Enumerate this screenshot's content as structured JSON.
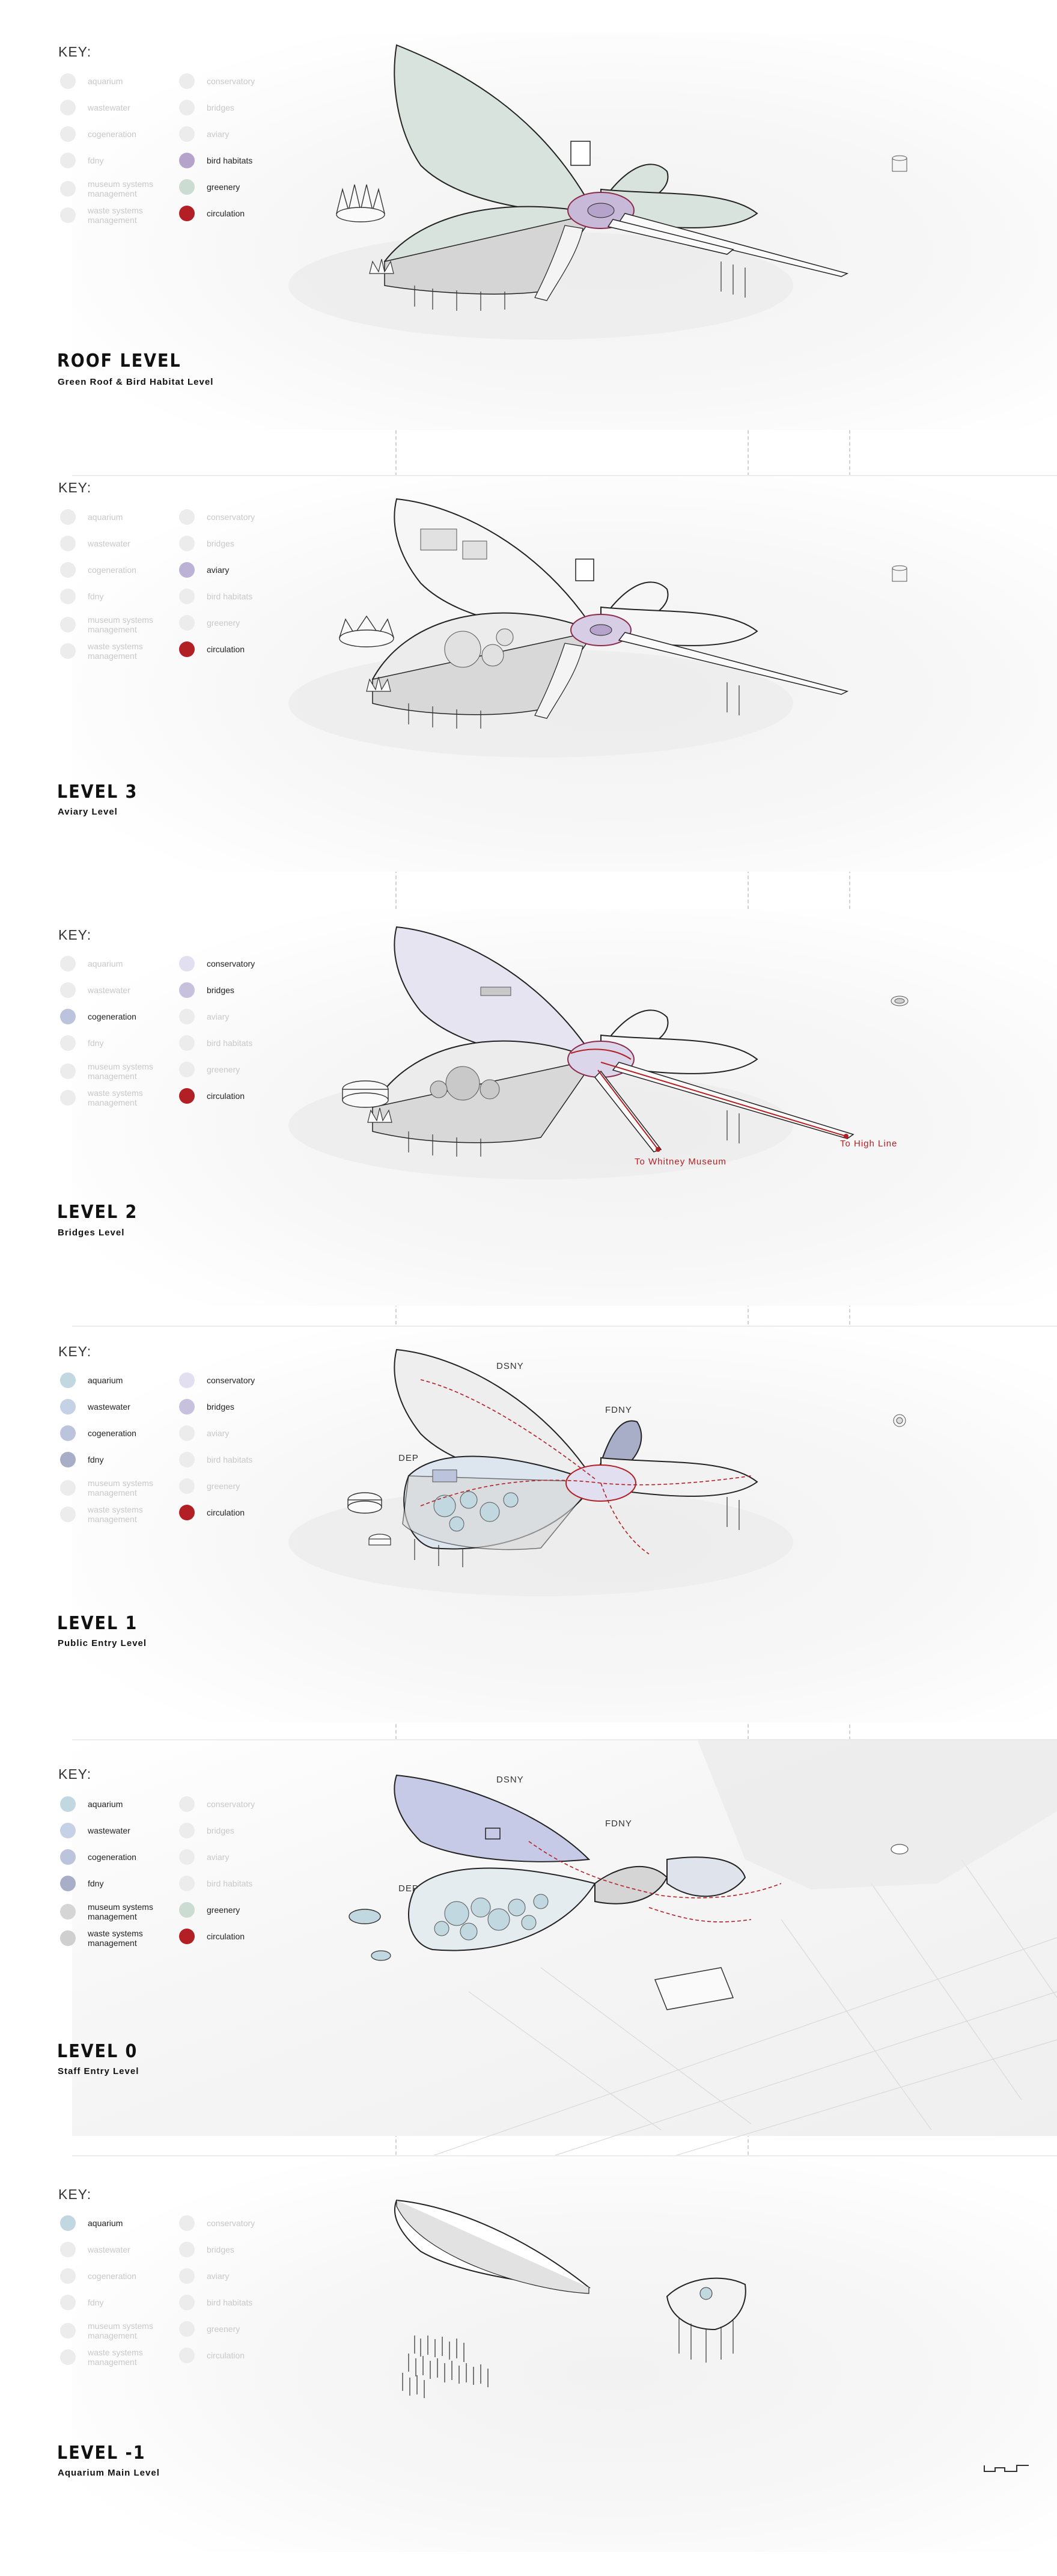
{
  "key_title": "KEY:",
  "key_items": [
    {
      "id": "aquarium",
      "label": "aquarium",
      "color": "#c2d8e0"
    },
    {
      "id": "wastewater",
      "label": "wastewater",
      "color": "#c5d2e6"
    },
    {
      "id": "cogeneration",
      "label": "cogeneration",
      "color": "#bcc3dc"
    },
    {
      "id": "fdny",
      "label": "fdny",
      "color": "#a8aec8"
    },
    {
      "id": "museum",
      "label": "museum systems management",
      "color": "#d5d5d5"
    },
    {
      "id": "waste",
      "label": "waste systems management",
      "color": "#cfcfcf"
    },
    {
      "id": "conservatory",
      "label": "conservatory",
      "color": "#e2dff0"
    },
    {
      "id": "bridges",
      "label": "bridges",
      "color": "#c7c1de"
    },
    {
      "id": "aviary",
      "label": "aviary",
      "color": "#bcb2d6"
    },
    {
      "id": "bird_habitats",
      "label": "bird habitats",
      "color": "#b5a3cc"
    },
    {
      "id": "greenery",
      "label": "greenery",
      "color": "#cbdcd2"
    },
    {
      "id": "circulation",
      "label": "circulation",
      "color": "#b21f24"
    }
  ],
  "levels": [
    {
      "title": "ROOF LEVEL",
      "subtitle": "Green Roof & Bird Habitat Level",
      "active": [
        "bird_habitats",
        "greenery",
        "circulation"
      ]
    },
    {
      "title": "LEVEL 3",
      "subtitle": "Aviary Level",
      "active": [
        "aviary",
        "circulation"
      ]
    },
    {
      "title": "LEVEL 2",
      "subtitle": "Bridges Level",
      "active": [
        "conservatory",
        "bridges",
        "cogeneration",
        "circulation"
      ],
      "annotations": [
        "To Whitney Museum",
        "To High Line"
      ]
    },
    {
      "title": "LEVEL 1",
      "subtitle": "Public Entry Level",
      "active": [
        "aquarium",
        "wastewater",
        "cogeneration",
        "fdny",
        "conservatory",
        "bridges",
        "circulation"
      ],
      "annotations": [
        "DSNY",
        "FDNY",
        "DEP"
      ]
    },
    {
      "title": "LEVEL 0",
      "subtitle": "Staff Entry Level",
      "active": [
        "aquarium",
        "wastewater",
        "cogeneration",
        "fdny",
        "museum",
        "waste",
        "greenery",
        "circulation"
      ],
      "annotations": [
        "DSNY",
        "FDNY",
        "DEP"
      ]
    },
    {
      "title": "LEVEL -1",
      "subtitle": "Aquarium Main Level",
      "active": [
        "aquarium"
      ]
    }
  ]
}
